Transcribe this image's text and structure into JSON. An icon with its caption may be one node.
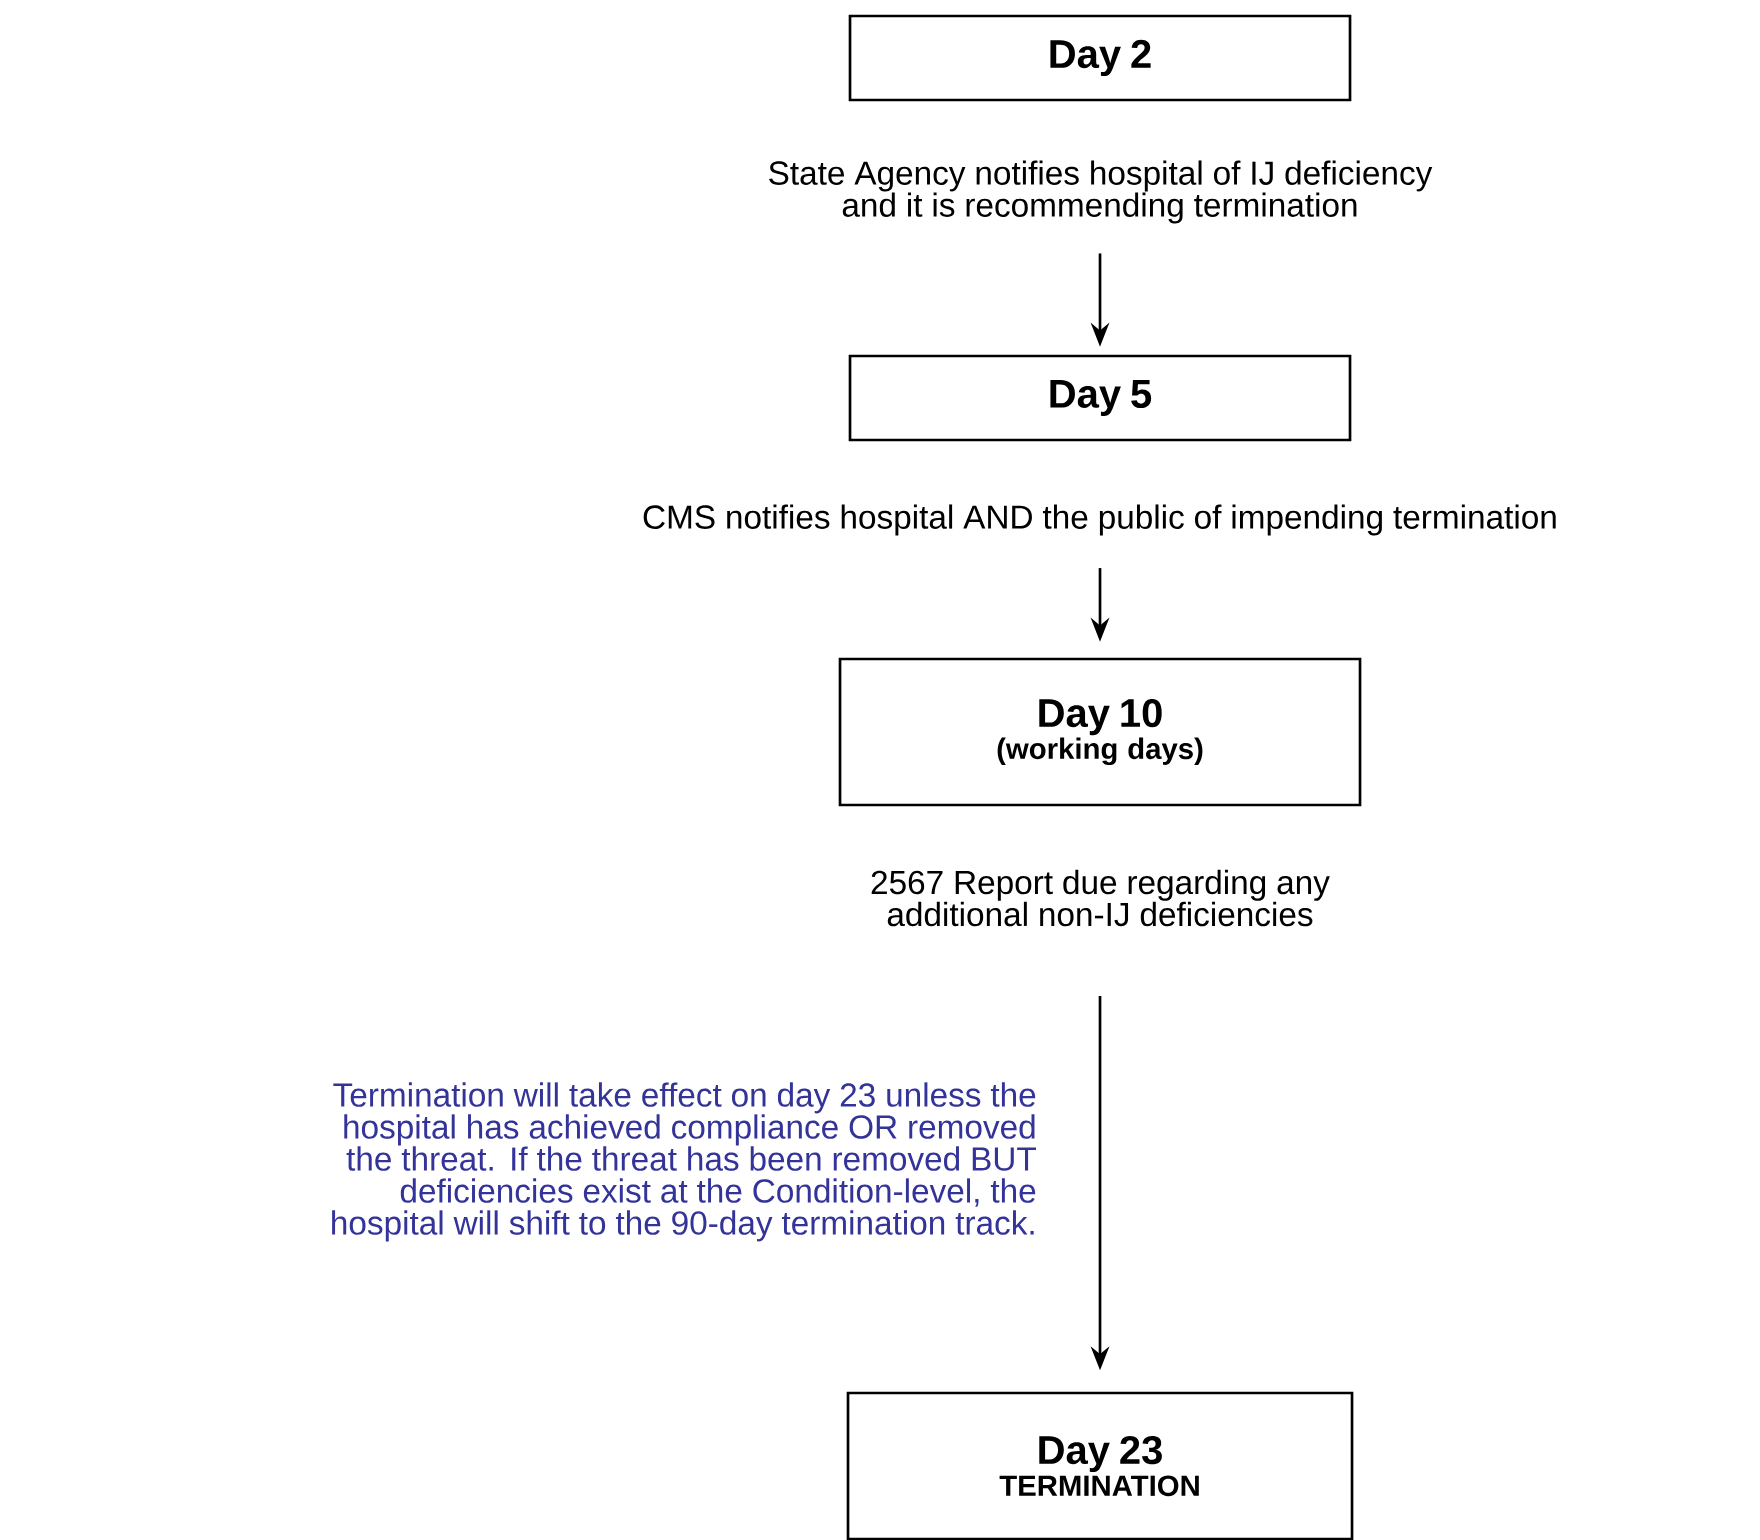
{
  "diagram": {
    "nodes": [
      {
        "text": [
          "Day 2"
        ]
      },
      {
        "text": [
          "State Agency notifies hospital of IJ deficiency and it is recommending termination"
        ]
      },
      {
        "text": [
          "Day 5"
        ]
      },
      {
        "text": [
          "CMS notifies hospital AND the public of impending termination"
        ]
      },
      {
        "text": [
          "Day 10",
          "(working days)"
        ]
      },
      {
        "text": [
          "2567 Report due regarding any additional non-IJ deficiencies"
        ]
      },
      {
        "text": [
          "Day 23",
          "TERMINATION"
        ]
      }
    ],
    "edges": [
      {
        "from": 1,
        "to": 2,
        "arrow": "to"
      },
      {
        "from": 3,
        "to": 4,
        "arrow": "to"
      },
      {
        "from": 5,
        "to": 6,
        "arrow": "to",
        "label": "Termination will take effect on day 23 unless the hospital has achieved compliance OR removed the threat. If the threat has been removed BUT deficiencies exist at the Condition-level, the hospital will shift to the 90-day termination track."
      }
    ]
  }
}
